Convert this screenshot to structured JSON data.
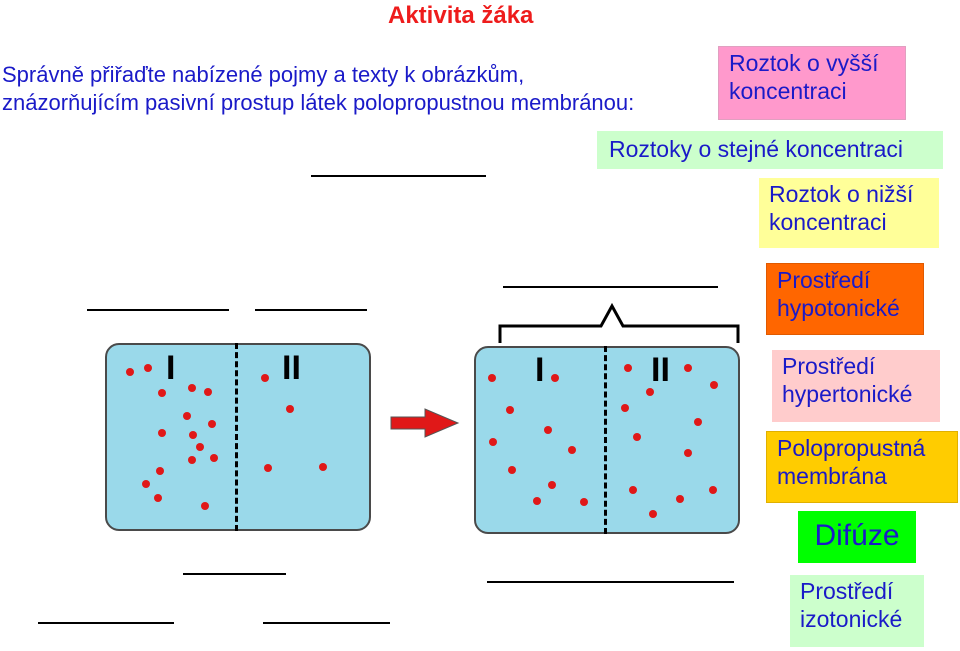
{
  "title": "Aktivita žáka",
  "instruction": "Správně přiřaďte nabízené pojmy a texty k obrázkům, znázorňujícím pasivní prostup látek polopropustnou membránou:",
  "left_beaker": {
    "compartment_1": "I",
    "compartment_2": "II"
  },
  "right_beaker": {
    "compartment_1": "I",
    "compartment_2": "II"
  },
  "labels": [
    {
      "text": "Roztok o vyšší koncentraci",
      "color": "#ff99cc"
    },
    {
      "text": "Roztoky o stejné koncentraci",
      "color": "#ccffcc"
    },
    {
      "text": "Roztok o nižší koncentraci",
      "color": "#ffff99"
    },
    {
      "text": "Prostředí hypotonické",
      "color": "#ff6600"
    },
    {
      "text": "Prostředí hypertonické",
      "color": "#ffcccc"
    },
    {
      "text": "Polopropustná membrána",
      "color": "#ffcc00"
    },
    {
      "text": "Difúze",
      "color": "#00ff00"
    },
    {
      "text": "Prostředí izotonické",
      "color": "#ccffcc"
    }
  ],
  "colors": {
    "title": "#ee1c1c",
    "text": "#1a1ac8",
    "water": "#9ad9ea",
    "particle": "#e01818",
    "arrow": "#e01818"
  }
}
